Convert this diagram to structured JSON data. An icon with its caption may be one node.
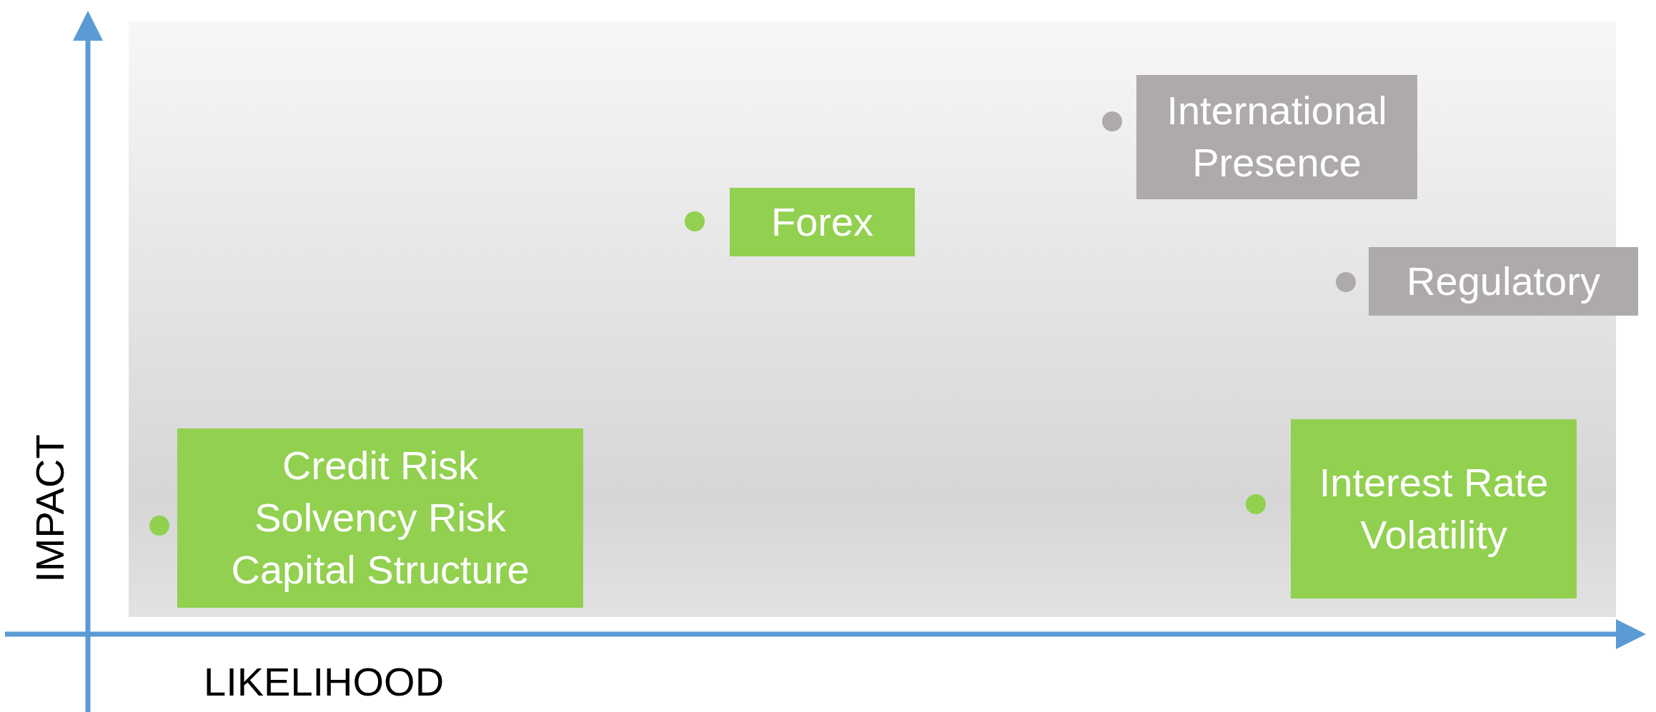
{
  "diagram": {
    "nodes": [
      {
        "text": [
          "International Presence"
        ]
      },
      {
        "text": [
          "Forex"
        ]
      },
      {
        "text": [
          "Regulatory"
        ]
      },
      {
        "text": [
          "Credit Risk",
          "Solvency Risk",
          "Capital Structure"
        ]
      },
      {
        "text": [
          "Interest Rate Volatility"
        ]
      }
    ],
    "labels": [
      "IMPACT",
      "LIKELIHOOD"
    ]
  }
}
